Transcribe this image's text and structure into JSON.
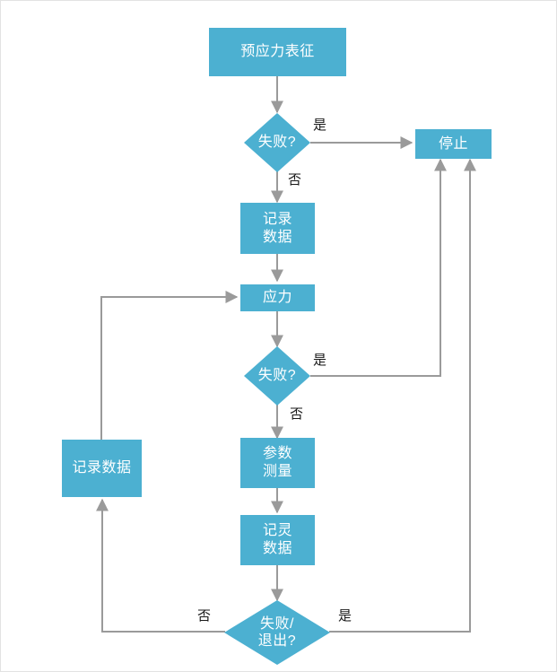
{
  "diagram": {
    "title": "",
    "colors": {
      "node_fill": "#4CB0D1",
      "node_text": "#ffffff",
      "edge_stroke": "#9a9a9a",
      "canvas_border": "#e3e3e3",
      "label_text": "#1a1a1a"
    },
    "nodes": [
      {
        "id": "prestress",
        "type": "process",
        "label": "预应力表征"
      },
      {
        "id": "fail1",
        "type": "decision",
        "label": "失败?"
      },
      {
        "id": "stop",
        "type": "process",
        "label": "停止"
      },
      {
        "id": "record1",
        "type": "process",
        "label": "记录\n数据"
      },
      {
        "id": "stress",
        "type": "process",
        "label": "应力"
      },
      {
        "id": "fail2",
        "type": "decision",
        "label": "失败?"
      },
      {
        "id": "measure",
        "type": "process",
        "label": "参数\n测量"
      },
      {
        "id": "record2",
        "type": "process",
        "label": "记灵\n数据"
      },
      {
        "id": "failexit",
        "type": "decision",
        "label": "失败/\n退出?"
      },
      {
        "id": "record3",
        "type": "process",
        "label": "记录数据"
      }
    ],
    "edges": [
      {
        "from": "prestress",
        "to": "fail1",
        "label": ""
      },
      {
        "from": "fail1",
        "to": "stop",
        "label": "是"
      },
      {
        "from": "fail1",
        "to": "record1",
        "label": "否"
      },
      {
        "from": "record1",
        "to": "stress",
        "label": ""
      },
      {
        "from": "stress",
        "to": "fail2",
        "label": ""
      },
      {
        "from": "fail2",
        "to": "stop",
        "label": "是"
      },
      {
        "from": "fail2",
        "to": "measure",
        "label": "否"
      },
      {
        "from": "measure",
        "to": "record2",
        "label": ""
      },
      {
        "from": "record2",
        "to": "failexit",
        "label": ""
      },
      {
        "from": "failexit",
        "to": "stop",
        "label": "是"
      },
      {
        "from": "failexit",
        "to": "record3",
        "label": "否"
      },
      {
        "from": "record3",
        "to": "stress",
        "label": ""
      }
    ],
    "edge_labels": {
      "fail1_yes": "是",
      "fail1_no": "否",
      "fail2_yes": "是",
      "fail2_no": "否",
      "failexit_yes": "是",
      "failexit_no": "否"
    }
  }
}
